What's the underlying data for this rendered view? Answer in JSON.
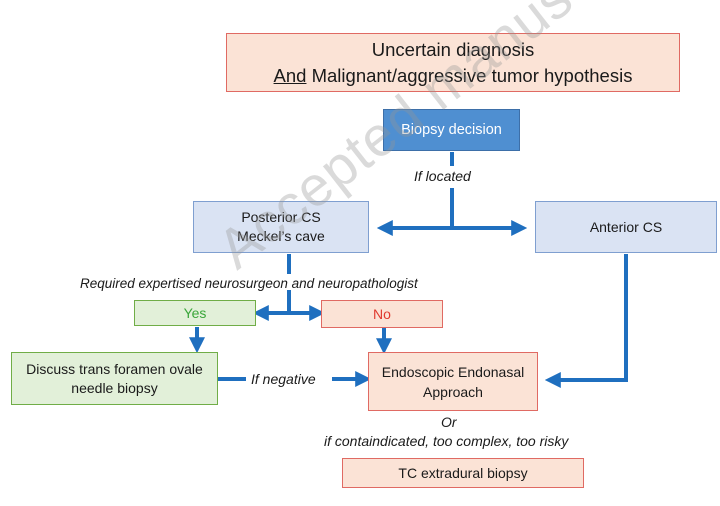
{
  "header": {
    "line1": "Uncertain diagnosis",
    "and_word": "And",
    "line2_rest": " Malignant/aggressive tumor hypothesis"
  },
  "biopsy_decision": "Biopsy decision",
  "if_located": "If located",
  "posterior": {
    "line1": "Posterior CS",
    "line2": "Meckel’s cave"
  },
  "anterior": "Anterior CS",
  "required_expertise": "Required expertised neurosurgeon and neuropathologist",
  "yes": "Yes",
  "no": "No",
  "discuss": {
    "line1": "Discuss trans foramen ovale",
    "line2": "needle biopsy"
  },
  "if_negative": "If negative",
  "endoscopic": {
    "line1": "Endoscopic Endonasal",
    "line2": "Approach"
  },
  "or": "Or",
  "contraindicated": "if containdicated, too complex, too risky",
  "tc_extradural": "TC extradural biopsy",
  "watermark": "Accepted manuscript",
  "colors": {
    "arrow": "#1f6fbf",
    "yes_text": "#3aa63a",
    "no_text": "#e03a2f",
    "salmon_fill": "#fbe3d6",
    "blue_fill": "#dae3f3",
    "green_fill": "#e2f0d9",
    "decision_fill": "#4f8fd1"
  }
}
